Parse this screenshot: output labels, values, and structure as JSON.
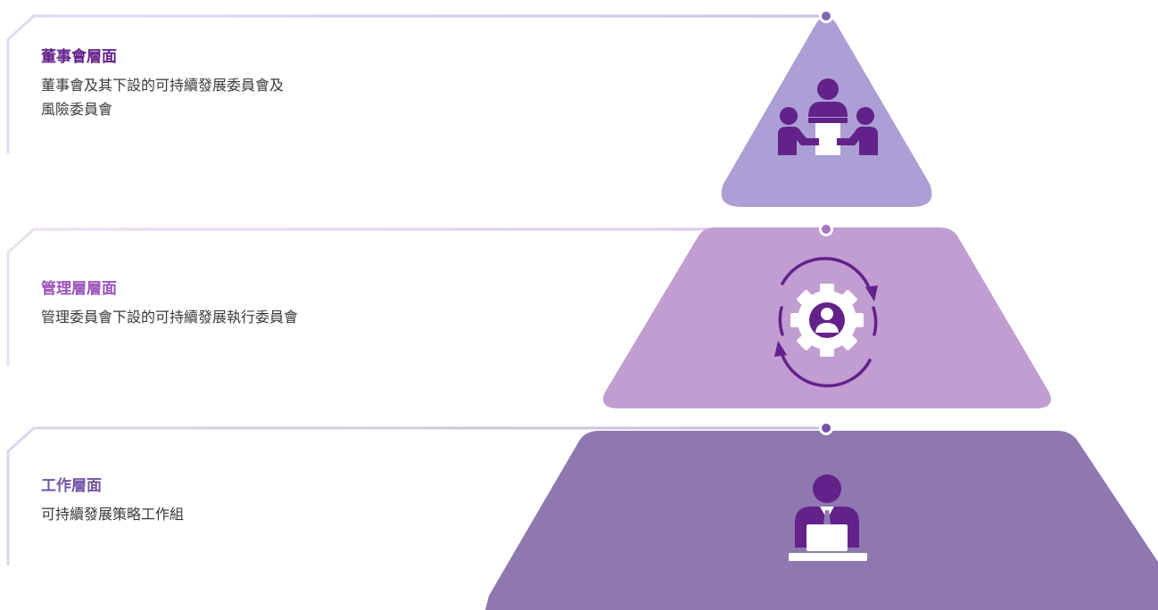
{
  "colors": {
    "tier_top": "#ab9fd5",
    "tier_middle": "#c19dd1",
    "tier_bottom": "#8f78b0",
    "icon": "#63218a",
    "title_top": "#63218a",
    "title_middle": "#9a52bb",
    "title_bottom": "#7353a3",
    "dot": "#7f67b4"
  },
  "levels": [
    {
      "id": "board",
      "title": "董事會層面",
      "description_lines": [
        "董事會及其下設的可持續發展委員會及",
        "風險委員會"
      ],
      "icon": "meeting-icon"
    },
    {
      "id": "management",
      "title": "管理層層面",
      "description_lines": [
        "管理委員會下設的可持續發展執行委員會"
      ],
      "icon": "gear-person-cycle-icon"
    },
    {
      "id": "working",
      "title": "工作層面",
      "description_lines": [
        "可持續發展策略工作組"
      ],
      "icon": "person-laptop-icon"
    }
  ]
}
